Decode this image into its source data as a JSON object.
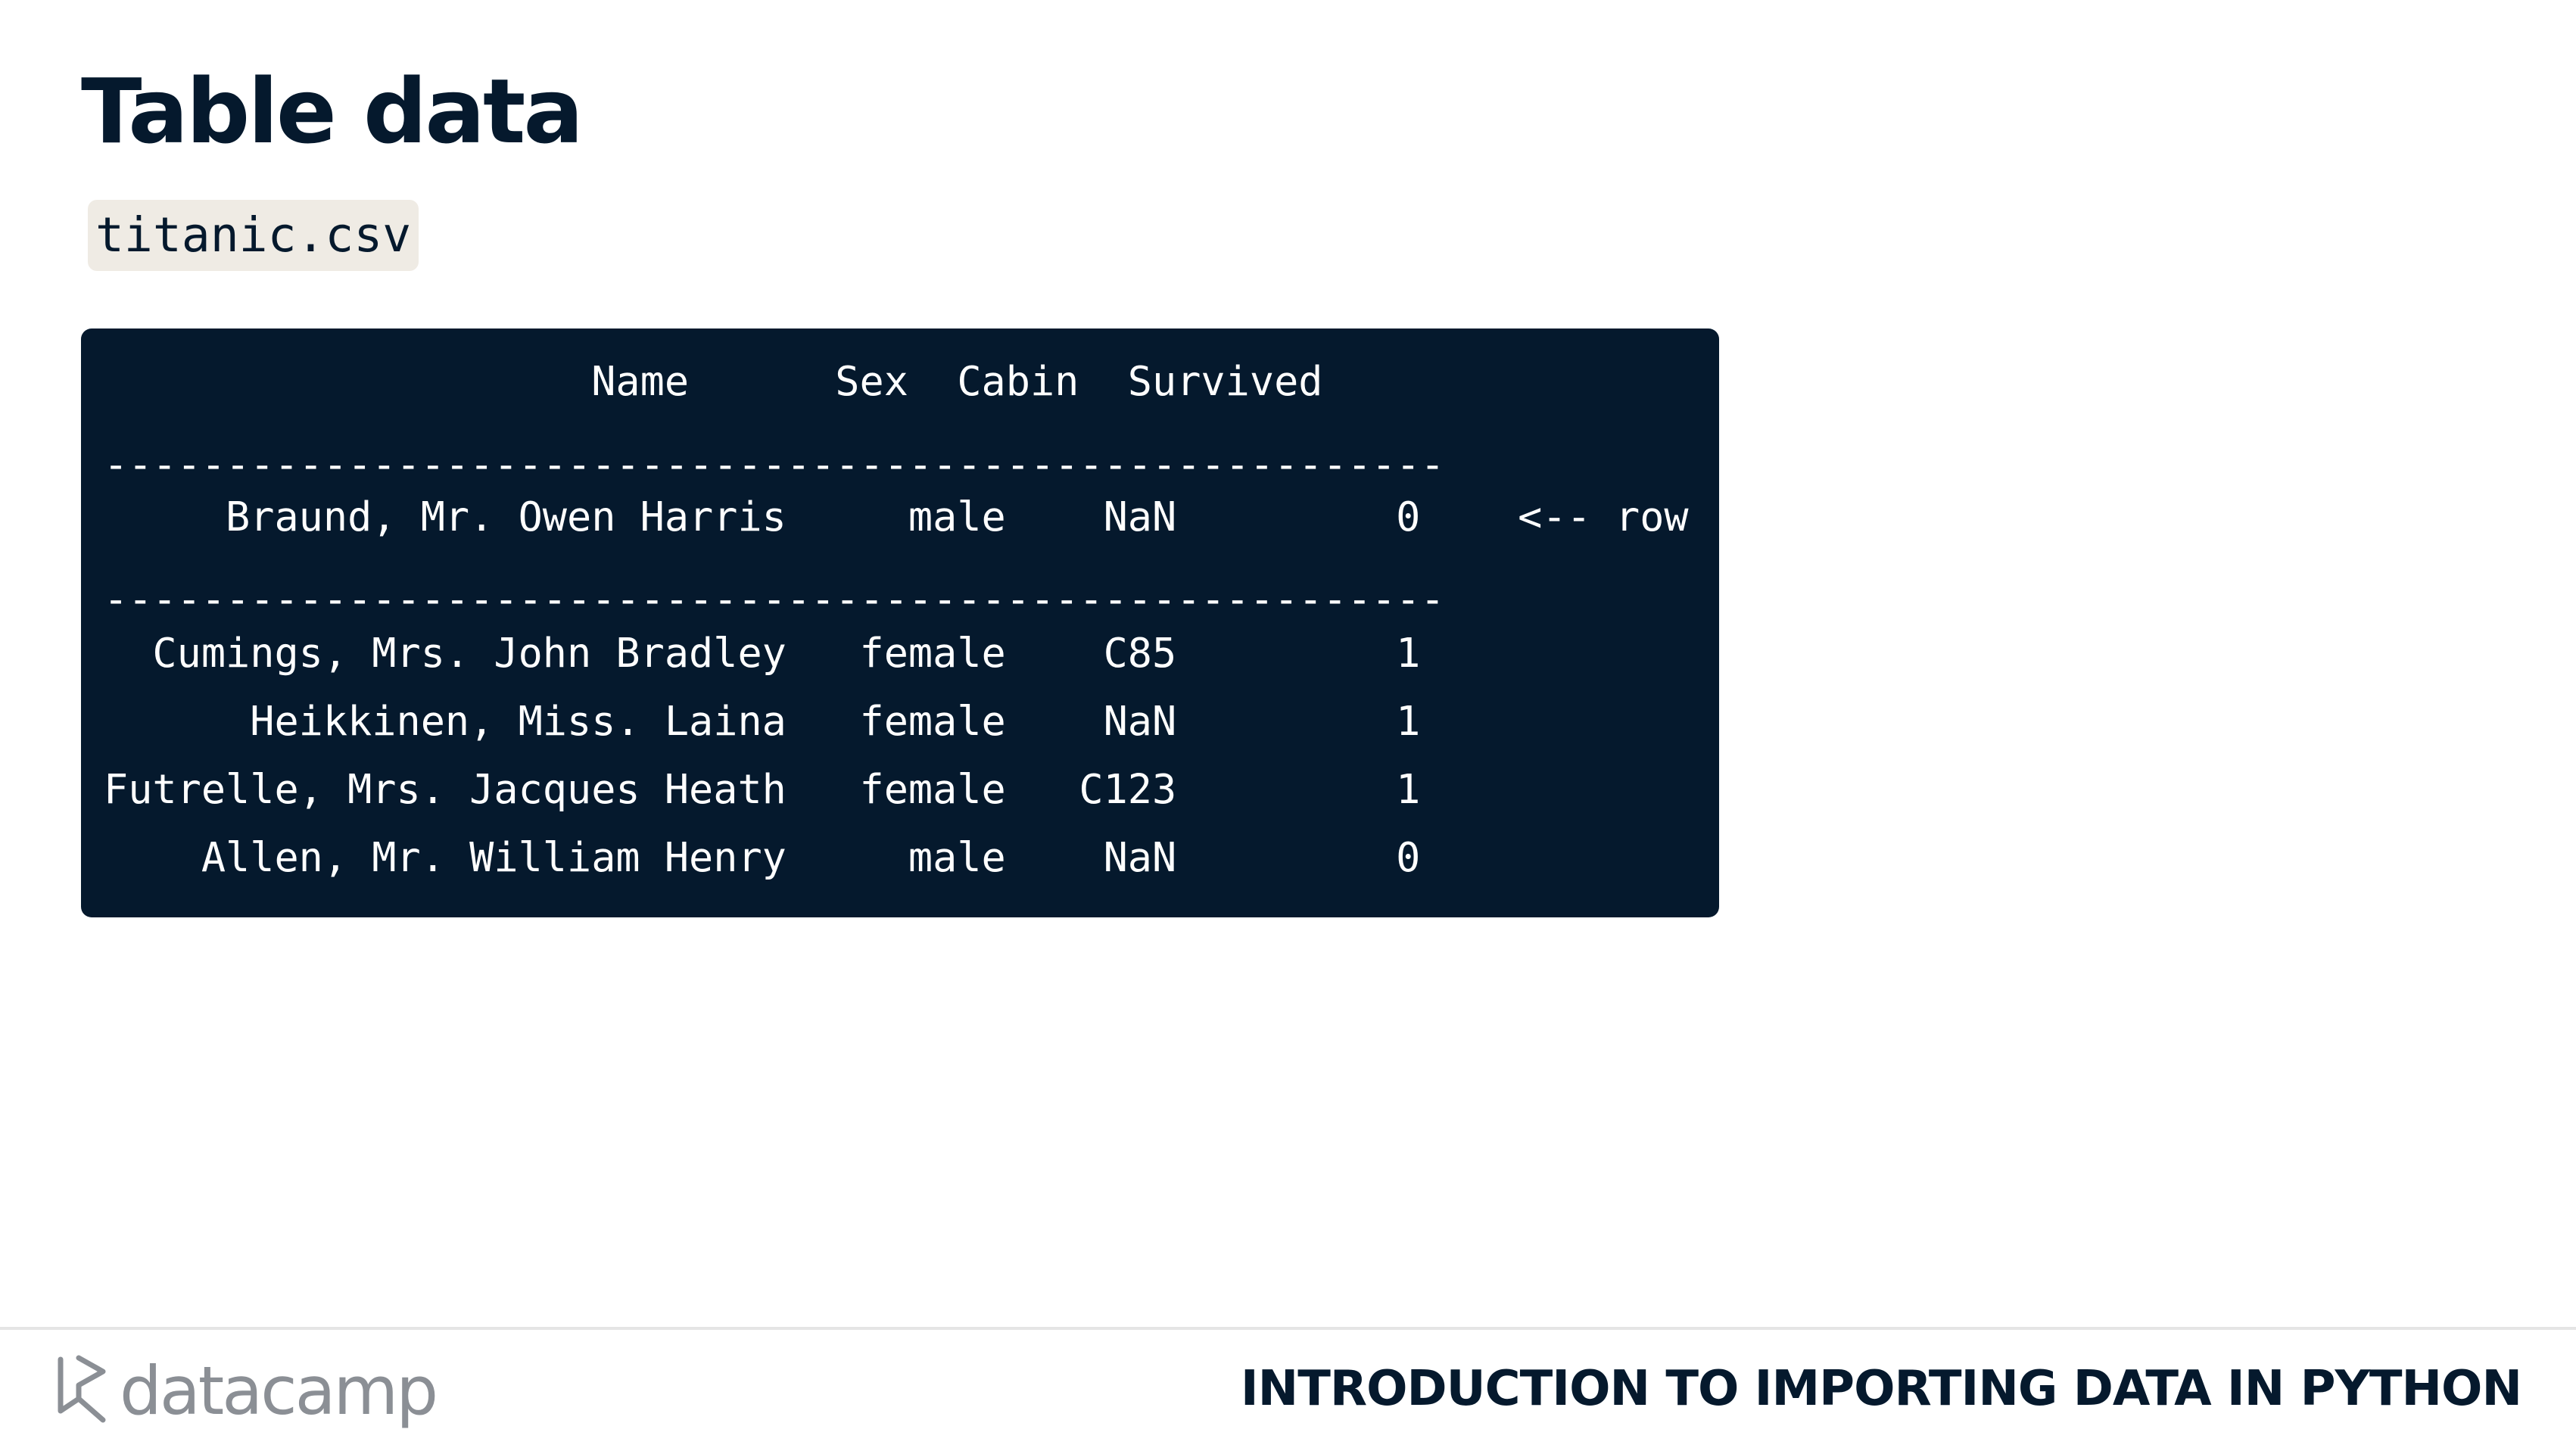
{
  "slide": {
    "title": "Table data",
    "file_name": "titanic.csv"
  },
  "code_block": {
    "lines": [
      "                    Name      Sex  Cabin  Survived",
      "-------------------------------------------------------",
      "     Braund, Mr. Owen Harris     male    NaN         0    <-- row",
      "-------------------------------------------------------",
      "  Cumings, Mrs. John Bradley   female    C85         1",
      "      Heikkinen, Miss. Laina   female    NaN         1",
      "Futrelle, Mrs. Jacques Heath   female   C123         1",
      "    Allen, Mr. William Henry     male    NaN         0"
    ]
  },
  "footer": {
    "brand_name": "datacamp",
    "brand_icon": "datacamp-logo-icon",
    "course_title": "INTRODUCTION TO IMPORTING DATA IN PYTHON"
  },
  "colors": {
    "navy": "#05192d",
    "chip_background": "#efebe4",
    "brand_gray": "#8b8f95"
  }
}
